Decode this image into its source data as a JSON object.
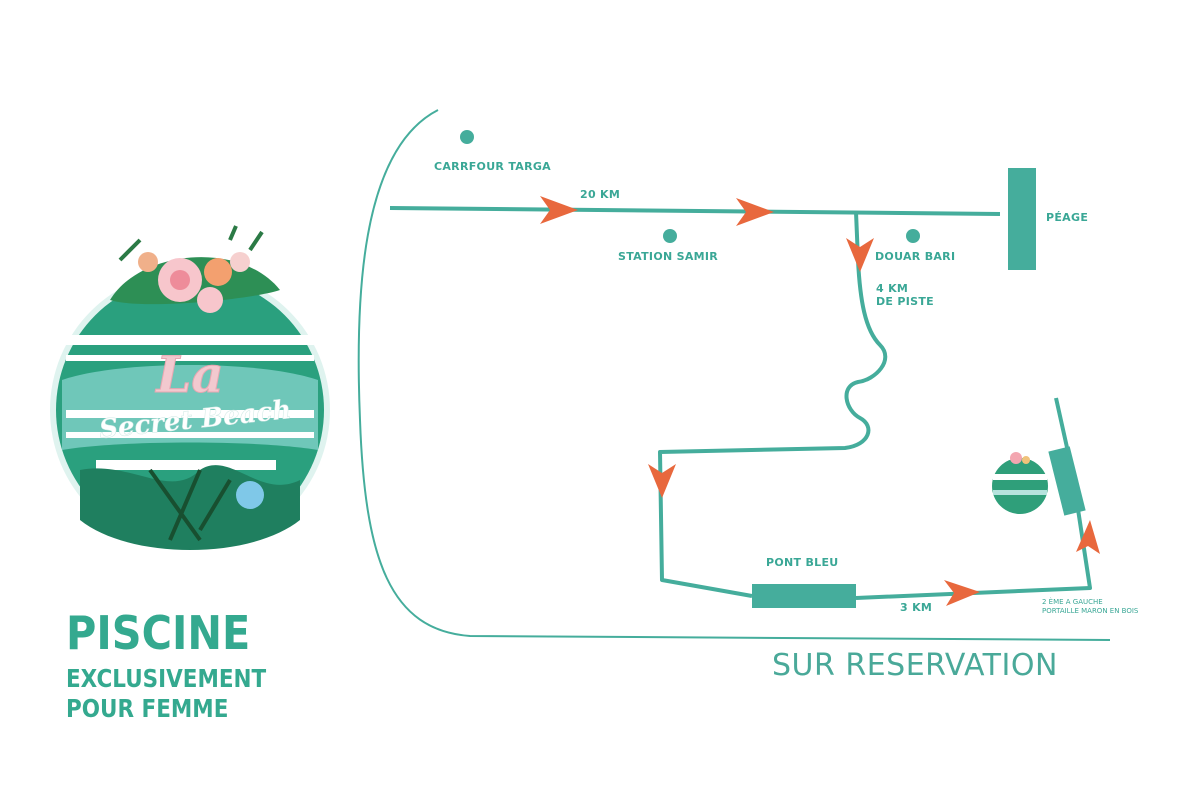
{
  "logo": {
    "line1": "La",
    "line2": "Secret Beach"
  },
  "tagline": {
    "main": "PISCINE",
    "line2": "EXCLUSIVEMENT",
    "line3": "POUR FEMME"
  },
  "reservation": "SUR RESERVATION",
  "labels": {
    "carrefour": "CARRFOUR TARGA",
    "distance_20": "20 KM",
    "station": "STATION SAMIR",
    "douar": "DOUAR BARI",
    "peage": "PÉAGE",
    "piste_1": "4 KM",
    "piste_2": "DE PISTE",
    "pont": "PONT BLEU",
    "distance_3": "3 KM",
    "gate_1": "2 ÈME A GAUCHE",
    "gate_2": "PORTAILLE MARON EN BOIS"
  },
  "colors": {
    "route": "#45ad9c",
    "arrow": "#e8683d",
    "accent": "#34a98f"
  }
}
